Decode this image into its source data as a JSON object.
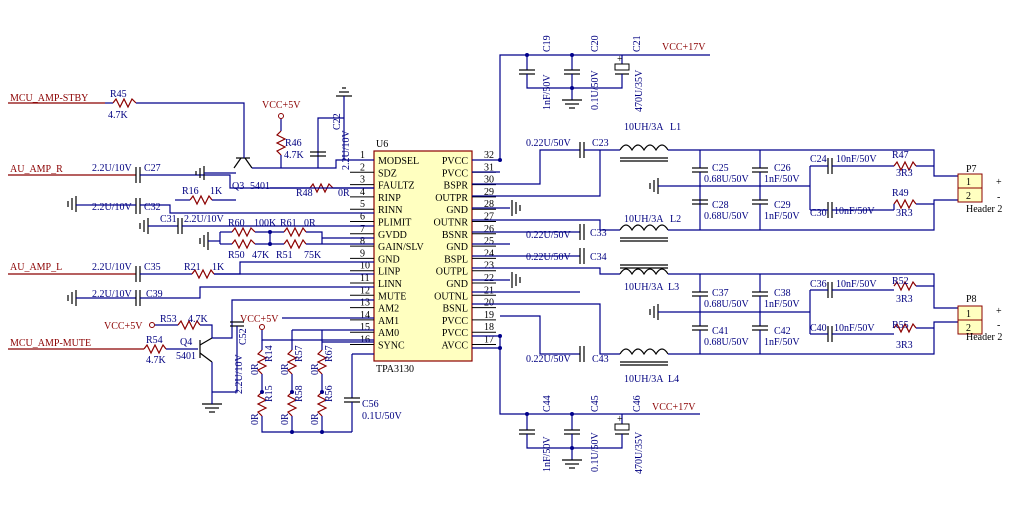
{
  "ic": {
    "ref": "U6",
    "part": "TPA3130",
    "left_pins": [
      {
        "num": "1",
        "name": "MODSEL"
      },
      {
        "num": "2",
        "name": "SDZ"
      },
      {
        "num": "3",
        "name": "FAULTZ"
      },
      {
        "num": "4",
        "name": "RINP"
      },
      {
        "num": "5",
        "name": "RINN"
      },
      {
        "num": "6",
        "name": "PLIMIT"
      },
      {
        "num": "7",
        "name": "GVDD"
      },
      {
        "num": "8",
        "name": "GAIN/SLV"
      },
      {
        "num": "9",
        "name": "GND"
      },
      {
        "num": "10",
        "name": "LINP"
      },
      {
        "num": "11",
        "name": "LINN"
      },
      {
        "num": "12",
        "name": "MUTE"
      },
      {
        "num": "13",
        "name": "AM2"
      },
      {
        "num": "14",
        "name": "AM1"
      },
      {
        "num": "15",
        "name": "AM0"
      },
      {
        "num": "16",
        "name": "SYNC"
      }
    ],
    "right_pins": [
      {
        "num": "32",
        "name": "PVCC"
      },
      {
        "num": "31",
        "name": "PVCC"
      },
      {
        "num": "30",
        "name": "BSPR"
      },
      {
        "num": "29",
        "name": "OUTPR"
      },
      {
        "num": "28",
        "name": "GND"
      },
      {
        "num": "27",
        "name": "OUTNR"
      },
      {
        "num": "26",
        "name": "BSNR"
      },
      {
        "num": "25",
        "name": "GND"
      },
      {
        "num": "24",
        "name": "BSPL"
      },
      {
        "num": "23",
        "name": "OUTPL"
      },
      {
        "num": "22",
        "name": "GND"
      },
      {
        "num": "21",
        "name": "OUTNL"
      },
      {
        "num": "20",
        "name": "BSNL"
      },
      {
        "num": "19",
        "name": "PVCC"
      },
      {
        "num": "18",
        "name": "PVCC"
      },
      {
        "num": "17",
        "name": "AVCC"
      }
    ]
  },
  "nets": {
    "stby": "MCU_AMP-STBY",
    "amp_r": "AU_AMP_R",
    "amp_l": "AU_AMP_L",
    "mute": "MCU_AMP-MUTE",
    "vcc5_a": "VCC+5V",
    "vcc5_b": "VCC+5V",
    "vcc5_c": "VCC+5V",
    "vcc17_a": "VCC+17V",
    "vcc17_b": "VCC+17V"
  },
  "parts": {
    "R45": "R45",
    "R45v": "4.7K",
    "R46": "R46",
    "R46v": "4.7K",
    "C22": "C22",
    "C22v": "2.2U/10V",
    "Q3": "Q3",
    "Q3v": "5401",
    "R16": "R16",
    "R16v": "1K",
    "R48": "R48",
    "R48v": "0R",
    "C27": "C27",
    "C27v": "2.2U/10V",
    "C32": "C32",
    "C32v": "2.2U/10V",
    "C31": "C31",
    "C31v": "2.2U/10V",
    "R60": "R60",
    "R60v": "100K",
    "R61": "R61",
    "R61v": "0R",
    "R50": "R50",
    "R50v": "47K",
    "R51": "R51",
    "R51v": "75K",
    "C35": "C35",
    "C35v": "2.2U/10V",
    "R21": "R21",
    "R21v": "1K",
    "C39": "C39",
    "C39v": "2.2U/10V",
    "R53": "R53",
    "R53v": "4.7K",
    "R54": "R54",
    "R54v": "4.7K",
    "Q4": "Q4",
    "Q4v": "5401",
    "C52": "C52",
    "C52v": "2.2U/10V",
    "R14": "R14",
    "R14v": "0R",
    "R57": "R57",
    "R57v": "0R",
    "R67": "R67",
    "R67v": "0R",
    "R15": "R15",
    "R15v": "0R",
    "R58": "R58",
    "R58v": "0R",
    "R56": "R56",
    "R56v": "0R",
    "C56": "C56",
    "C56v": "0.1U/50V",
    "C19": "C19",
    "C19v": "1nF/50V",
    "C20": "C20",
    "C20v": "0.1U/50V",
    "C21": "C21",
    "C21v": "470U/35V",
    "C44": "C44",
    "C44v": "1nF/50V",
    "C45": "C45",
    "C45v": "0.1U/50V",
    "C46": "C46",
    "C46v": "470U/35V",
    "C23": "C23",
    "C23v": "0.22U/50V",
    "C33": "C33",
    "C33v": "0.22U/50V",
    "C34": "C34",
    "C34v": "0.22U/50V",
    "C43": "C43",
    "C43v": "0.22U/50V",
    "L1": "L1",
    "L1v": "10UH/3A",
    "L2": "L2",
    "L2v": "10UH/3A",
    "L3": "L3",
    "L3v": "10UH/3A",
    "L4": "L4",
    "L4v": "10UH/3A",
    "C25": "C25",
    "C25v": "0.68U/50V",
    "C26": "C26",
    "C26v": "1nF/50V",
    "C28": "C28",
    "C28v": "0.68U/50V",
    "C29": "C29",
    "C29v": "1nF/50V",
    "C37": "C37",
    "C37v": "0.68U/50V",
    "C38": "C38",
    "C38v": "1nF/50V",
    "C41": "C41",
    "C41v": "0.68U/50V",
    "C42": "C42",
    "C42v": "1nF/50V",
    "C24": "C24",
    "C24v": "10nF/50V",
    "C30": "C30",
    "C30v": "10nF/50V",
    "C36": "C36",
    "C36v": "10nF/50V",
    "C40": "C40",
    "C40v": "10nF/50V",
    "R47": "R47",
    "R47v": "3R3",
    "R49": "R49",
    "R49v": "3R3",
    "R52": "R52",
    "R52v": "3R3",
    "R55": "R55",
    "R55v": "3R3",
    "P7": "P7",
    "P7v": "Header 2",
    "P8": "P8",
    "P8v": "Header 2",
    "pin1": "1",
    "pin2": "2",
    "pin1b": "1",
    "pin2b": "2",
    "plus": "+",
    "minus": "-",
    "plusb": "+",
    "minusb": "-"
  }
}
